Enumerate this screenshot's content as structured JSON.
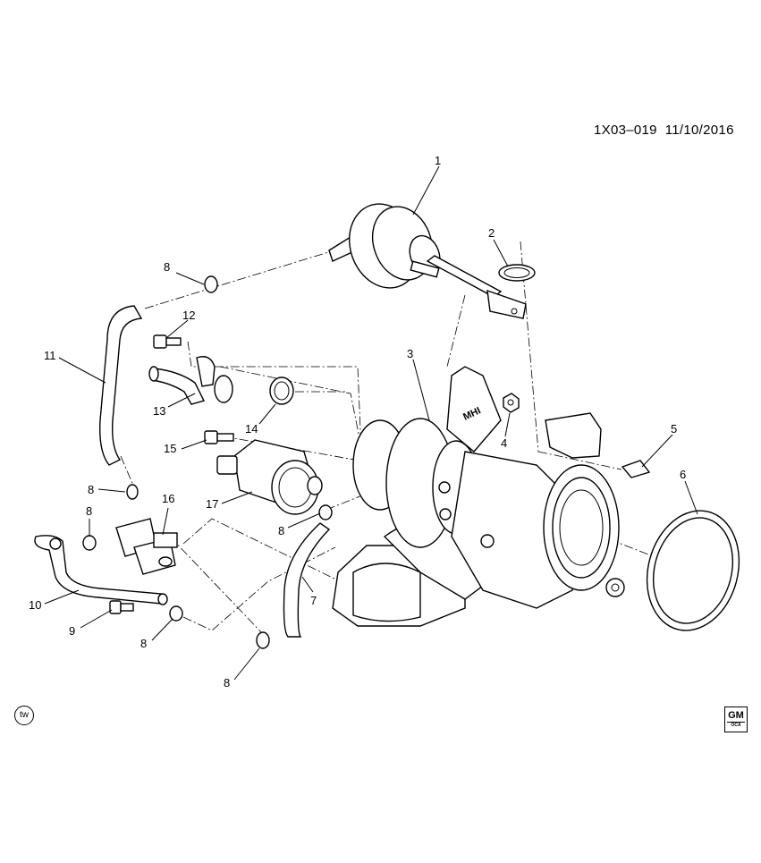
{
  "header": {
    "document_id": "1X03–019",
    "date": "11/10/2016"
  },
  "callouts": [
    {
      "id": "callout-1",
      "label": "1"
    },
    {
      "id": "callout-2",
      "label": "2"
    },
    {
      "id": "callout-3",
      "label": "3"
    },
    {
      "id": "callout-4",
      "label": "4"
    },
    {
      "id": "callout-5",
      "label": "5"
    },
    {
      "id": "callout-6",
      "label": "6"
    },
    {
      "id": "callout-7",
      "label": "7"
    },
    {
      "id": "callout-8a",
      "label": "8"
    },
    {
      "id": "callout-8b",
      "label": "8"
    },
    {
      "id": "callout-8c",
      "label": "8"
    },
    {
      "id": "callout-8d",
      "label": "8"
    },
    {
      "id": "callout-8e",
      "label": "8"
    },
    {
      "id": "callout-8f",
      "label": "8"
    },
    {
      "id": "callout-9",
      "label": "9"
    },
    {
      "id": "callout-10",
      "label": "10"
    },
    {
      "id": "callout-11",
      "label": "11"
    },
    {
      "id": "callout-12",
      "label": "12"
    },
    {
      "id": "callout-13",
      "label": "13"
    },
    {
      "id": "callout-14",
      "label": "14"
    },
    {
      "id": "callout-15",
      "label": "15"
    },
    {
      "id": "callout-16",
      "label": "16"
    },
    {
      "id": "callout-17",
      "label": "17"
    }
  ],
  "part_marking": "MHI",
  "footer": {
    "badge": "tw",
    "logo_main": "GM",
    "logo_sub": "OCA"
  }
}
